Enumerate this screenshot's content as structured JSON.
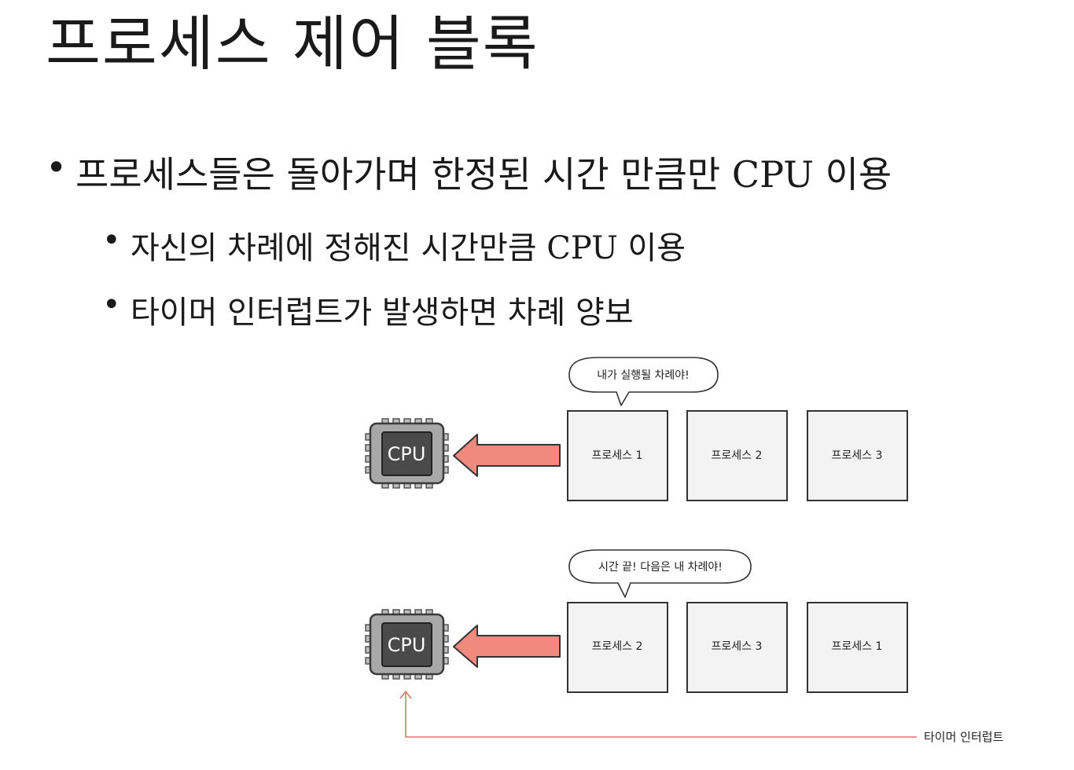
{
  "title": "프로세스 제어 블록",
  "bullets": [
    "프로세스들은 돌아가며 한정된 시간 만큼만 CPU 이용",
    "자신의 차례에 정해진 시간만큼 CPU 이용",
    "타이머 인터럽트가 발생하면 차례 양보"
  ],
  "diagram": {
    "cpu_label": "CPU",
    "top": {
      "speech": "내가 실행될 차례야!",
      "processes": [
        "프로세스 1",
        "프로세스 2",
        "프로세스 3"
      ]
    },
    "bottom": {
      "speech": "시간 끝! 다음은 내 차례야!",
      "processes": [
        "프로세스 2",
        "프로세스 3",
        "프로세스 1"
      ]
    },
    "timer_label": "타이머 인터럽트",
    "colors": {
      "arrow_fill": "#f08a7e",
      "timer_line": "#d9776b",
      "box_fill": "#f3f3f3",
      "chip_outer": "#a8a8a8",
      "chip_inner": "#4a4a4a"
    }
  }
}
